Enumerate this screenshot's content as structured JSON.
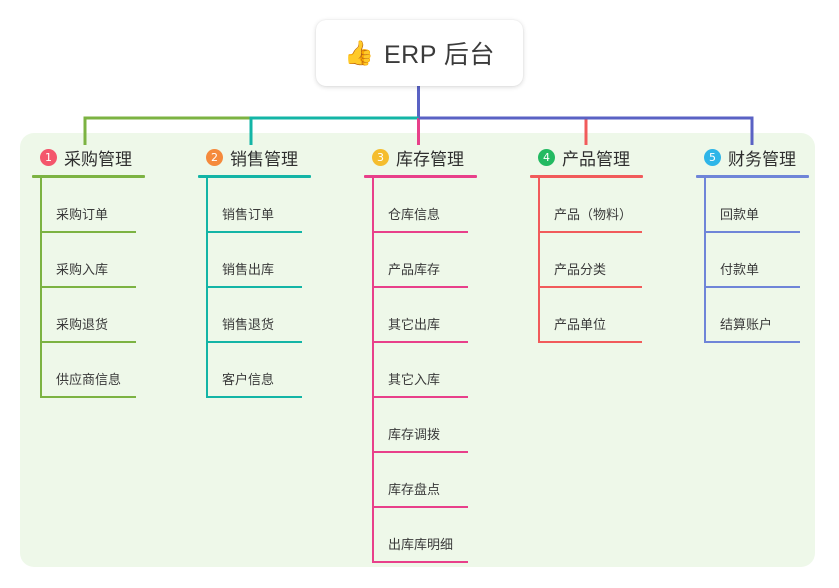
{
  "root": {
    "icon": "thumbs-up-icon",
    "icon_glyph": "👍",
    "title": "ERP 后台"
  },
  "panel": {
    "background": "#eef8e9"
  },
  "connector": {
    "trunk_color": "#5a62c4",
    "segments": [
      {
        "to": "column-1",
        "color": "#7cb342"
      },
      {
        "to": "column-2",
        "color": "#13b5a6"
      },
      {
        "to": "column-3",
        "color": "#e8408a"
      },
      {
        "to": "column-4",
        "color": "#f15b5b"
      },
      {
        "to": "column-5",
        "color": "#5a62c4"
      }
    ]
  },
  "columns": [
    {
      "number": "1",
      "title": "采购管理",
      "badge_color": "#f4566c",
      "line_color": "#7cb342",
      "items": [
        {
          "label": "采购订单"
        },
        {
          "label": "采购入库"
        },
        {
          "label": "采购退货"
        },
        {
          "label": "供应商信息"
        }
      ]
    },
    {
      "number": "2",
      "title": "销售管理",
      "badge_color": "#f58a3c",
      "line_color": "#13b5a6",
      "items": [
        {
          "label": "销售订单"
        },
        {
          "label": "销售出库"
        },
        {
          "label": "销售退货"
        },
        {
          "label": "客户信息"
        }
      ]
    },
    {
      "number": "3",
      "title": "库存管理",
      "badge_color": "#f5bd2e",
      "line_color": "#e8408a",
      "items": [
        {
          "label": "仓库信息"
        },
        {
          "label": "产品库存"
        },
        {
          "label": "其它出库"
        },
        {
          "label": "其它入库"
        },
        {
          "label": "库存调拨"
        },
        {
          "label": "库存盘点"
        },
        {
          "label": "出库库明细"
        }
      ]
    },
    {
      "number": "4",
      "title": "产品管理",
      "badge_color": "#23ba62",
      "line_color": "#f15b5b",
      "items": [
        {
          "label": "产品（物料）"
        },
        {
          "label": "产品分类"
        },
        {
          "label": "产品单位"
        }
      ]
    },
    {
      "number": "5",
      "title": "财务管理",
      "badge_color": "#2eb5e8",
      "line_color": "#6f85d8",
      "items": [
        {
          "label": "回款单"
        },
        {
          "label": "付款单"
        },
        {
          "label": "结算账户"
        }
      ]
    }
  ]
}
